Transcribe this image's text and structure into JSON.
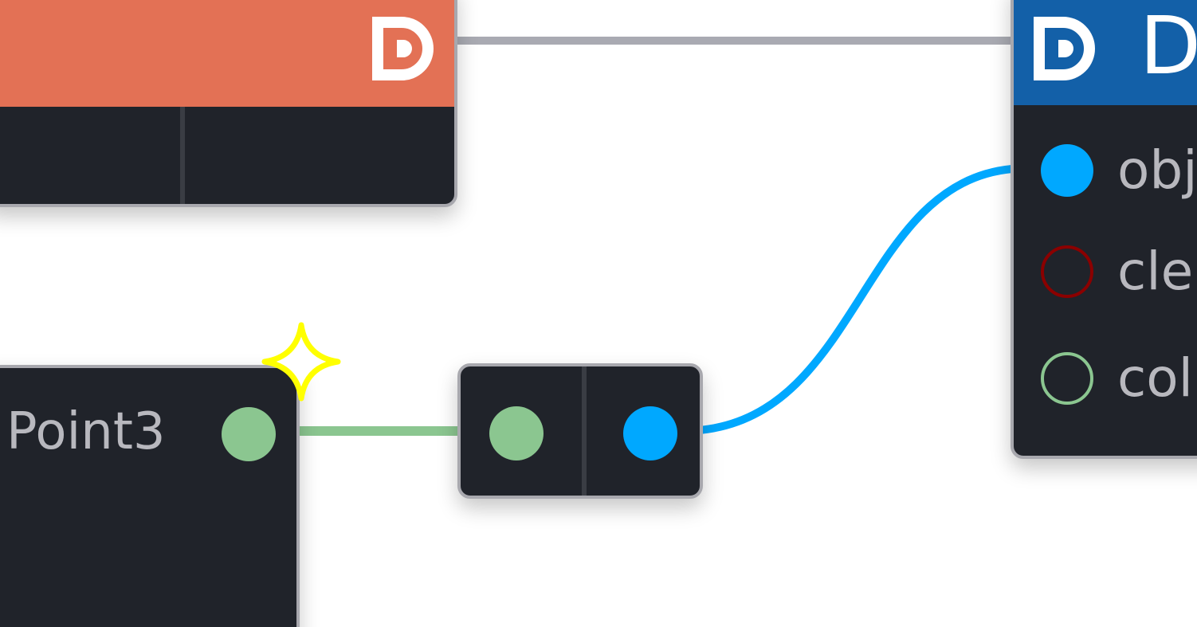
{
  "canvas": {
    "background": "#ffffff"
  },
  "colors": {
    "orange_header": "#e37155",
    "blue_header": "#1360a8",
    "node_body": "#20232a",
    "node_border": "#a8a8ae",
    "socket_object": "#00a8ff",
    "socket_vector": "#8bc690",
    "socket_clear": "#8b0000",
    "wire_gray": "#a9aab2",
    "sparkle": "#ffff00"
  },
  "nodes": {
    "orange": {
      "icon": "d-logo-icon"
    },
    "blue": {
      "icon": "d-logo-icon",
      "title": "D",
      "sockets": [
        {
          "label": "obj",
          "type": "object",
          "filled": true
        },
        {
          "label": "cle",
          "type": "clear",
          "filled": false
        },
        {
          "label": "col",
          "type": "color",
          "filled": false
        }
      ]
    },
    "point3": {
      "label": "Point3",
      "socket": "vector"
    },
    "convert": {
      "input_socket": "vector",
      "output_socket": "object"
    }
  },
  "icons": {
    "sparkle": "sparkle-star-icon",
    "logo": "d-logo-icon"
  }
}
